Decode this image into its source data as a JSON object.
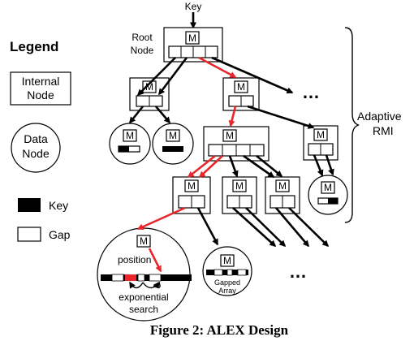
{
  "legend": {
    "title": "Legend",
    "internal_node": [
      "Internal",
      "Node"
    ],
    "data_node": [
      "Data",
      "Node"
    ],
    "key": "Key",
    "gap": "Gap"
  },
  "labels": {
    "key_top": "Key",
    "root_node": [
      "Root",
      "Node"
    ],
    "model": "M",
    "adaptive_rmi": [
      "Adaptive",
      "RMI"
    ],
    "position": "position",
    "exponential_search": [
      "exponential",
      "search"
    ],
    "gapped_array": [
      "Gapped",
      "Array"
    ],
    "ellipsis": "…"
  },
  "caption": "Figure 2: ALEX Design",
  "colors": {
    "highlight_path": "#e8262b",
    "line": "#000000"
  }
}
